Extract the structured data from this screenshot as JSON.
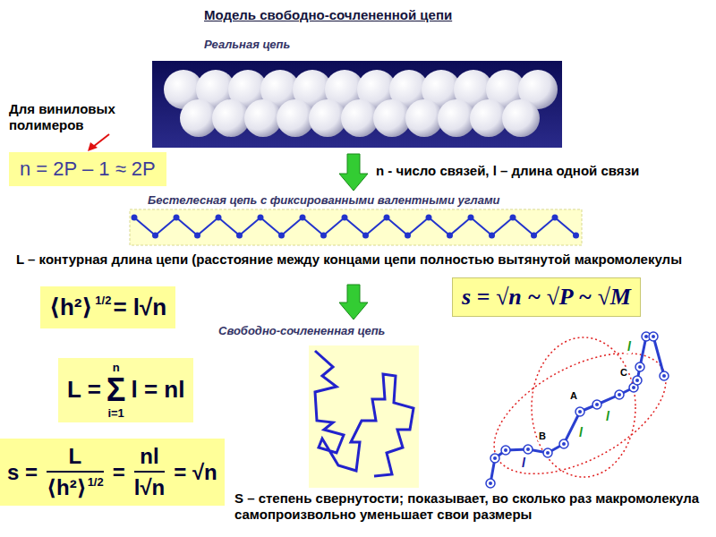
{
  "diagram": {
    "title": "Модель свободно-сочлененной цепи",
    "nodes": [
      {
        "text": [
          "n = 2P – 1 ≈ 2P"
        ]
      },
      {
        "text": [
          "s = √n ~ √P ~ √M"
        ]
      },
      {
        "text": [
          "⟨h²⟩",
          "1/2",
          "= l√n"
        ]
      },
      {
        "text": [
          "L =",
          "n",
          "Σ",
          "i=1",
          "l = nl"
        ]
      },
      {
        "text": [
          "s =",
          "L",
          "⟨h²⟩",
          "1/2",
          "=",
          "nl",
          "l√n",
          "= √n"
        ]
      }
    ],
    "labels": [
      "Реальная цепь",
      "Для виниловых полимеров",
      "n - число связей, l – длина одной связи",
      "Бестелесная цепь с фиксированными валентными углами",
      "L – контурная длина цепи (расстояние между концами цепи полностью вытянутой макромолекулы",
      "Свободно-сочлененная цепь",
      "S – степень свернутости; показывает, во сколько раз макромолекула самопроизвольно уменьшает свои размеры",
      "l",
      "l",
      "l",
      "l",
      "A",
      "B",
      "C"
    ]
  }
}
